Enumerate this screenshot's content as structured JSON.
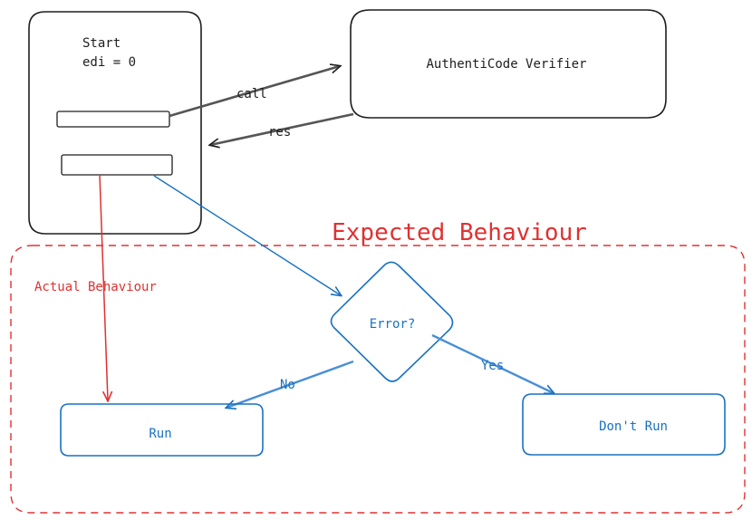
{
  "start_box": {
    "line1": "Start",
    "line2": "edi = 0"
  },
  "verifier": {
    "label": "AuthentiCode Verifier"
  },
  "edges": {
    "call": "call",
    "res": "res",
    "no": "No",
    "yes": "Yes"
  },
  "expected_region": {
    "title": "Expected Behaviour"
  },
  "actual": {
    "label": "Actual Behaviour"
  },
  "decision": {
    "label": "Error?"
  },
  "run_box": {
    "label": "Run"
  },
  "dont_run_box": {
    "label": "Don't Run"
  },
  "colors": {
    "ink": "#1e1e1e",
    "red": "#e03131",
    "blue": "#1971c2",
    "light_blue": "#4a8fd6"
  }
}
